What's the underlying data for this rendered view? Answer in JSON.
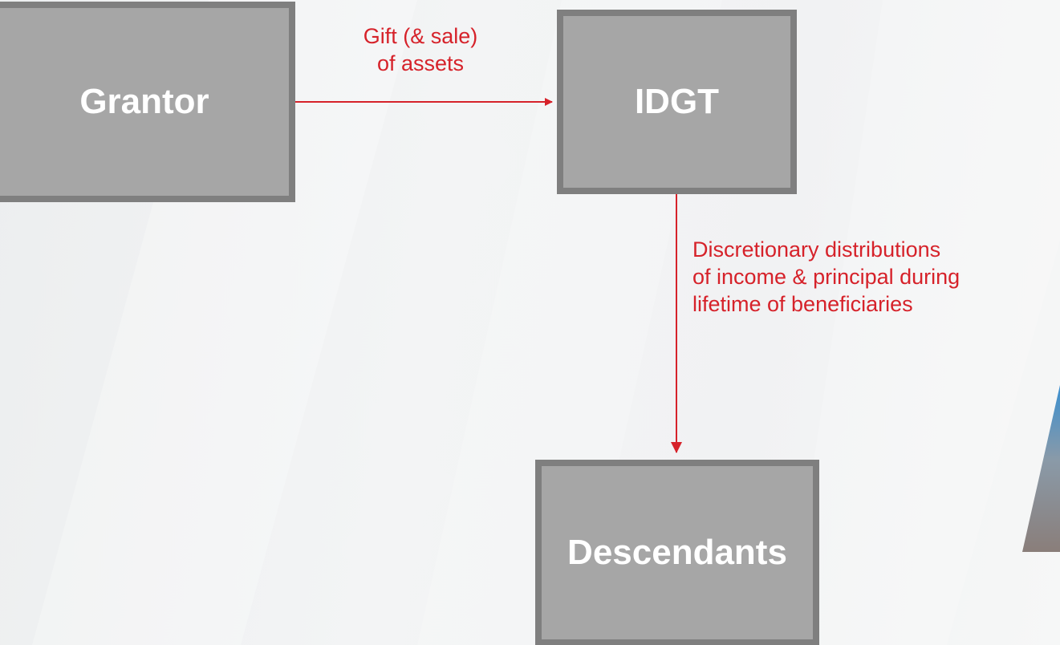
{
  "nodes": {
    "grantor": "Grantor",
    "idgt": "IDGT",
    "descendants": "Descendants"
  },
  "edges": {
    "grantor_to_idgt": {
      "lines": [
        "Gift (& sale)",
        "of assets"
      ]
    },
    "idgt_to_descendants": {
      "lines": [
        "Discretionary distributions",
        "of income & principal during",
        "lifetime of beneficiaries"
      ]
    }
  },
  "colors": {
    "box_fill": "#a6a6a6",
    "box_border": "#7f7f7f",
    "box_text": "#ffffff",
    "arrow": "#d6222a",
    "edge_text": "#d6222a"
  }
}
